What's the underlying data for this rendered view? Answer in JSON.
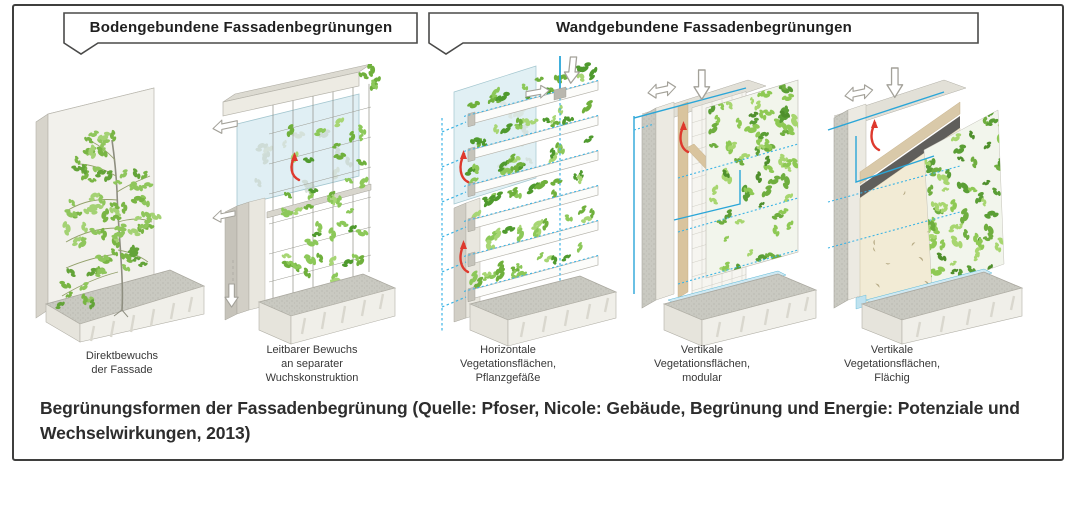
{
  "figure": {
    "group_headers": [
      {
        "id": "bodengebunden",
        "label": "Bodengebundene Fassadenbegrünungen"
      },
      {
        "id": "wandgebunden",
        "label": "Wandgebundene Fassadenbegrünungen"
      }
    ],
    "types": [
      {
        "id": "direktbewuchs",
        "caption": "Direktbewuchs\nder Fassade"
      },
      {
        "id": "leitbarer-bewuchs",
        "caption": "Leitbarer Bewuchs\nan separater\nWuchskonstruktion"
      },
      {
        "id": "horizontale-vegetation",
        "caption": "Horizontale\nVegetationsflächen,\nPflanzgefäße"
      },
      {
        "id": "vertikale-modular",
        "caption": "Vertikale\nVegetationsflächen,\nmodular"
      },
      {
        "id": "vertikale-flaechig",
        "caption": "Vertikale\nVegetationsflächen,\nFlächig"
      }
    ],
    "source_caption": "Begrünungsformen der Fassadenbegrünung (Quelle: Pfoser, Nicole: Gebäude, Begrünung und Energie: Potenziale und\nWechselwirkungen, 2013)"
  },
  "colors": {
    "frame_border": "#3f3f3e",
    "vegetation_green": "#7ab648",
    "water_blue": "#2aa6d8",
    "irrigation_dashed_blue": "#3cb4e5",
    "growth_arrow_red": "#de392d",
    "concrete_gray": "#cbcbc3",
    "glass_blue": "#dcedf2",
    "substrate_tan": "#d9c49e"
  },
  "icons": {
    "airflow-arrow-icon": "white outline block arrow",
    "growth-direction-arrow-icon": "red curved arrow",
    "water-supply-line": "solid blue line",
    "irrigation-line": "dashed blue line"
  }
}
